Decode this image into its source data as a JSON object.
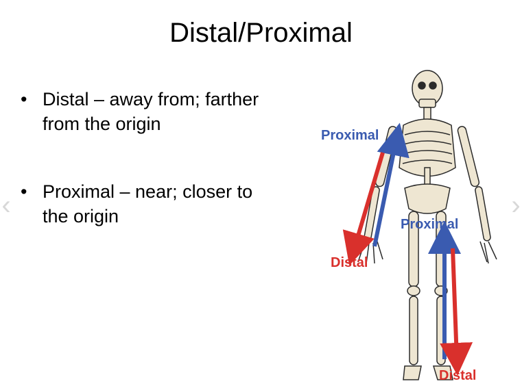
{
  "slide": {
    "title": "Distal/Proximal",
    "bullets": [
      {
        "marker": "•",
        "text": "Distal – away from; farther from the origin"
      },
      {
        "marker": "•",
        "text": "Proximal – near; closer to the origin"
      }
    ]
  },
  "figure": {
    "labels": {
      "arm_proximal": "Proximal",
      "arm_distal": "Distal",
      "leg_proximal": "Proximal",
      "leg_distal": "Distal"
    },
    "colors": {
      "proximal": "#3a5bb0",
      "distal": "#d9302c",
      "bone": "#eee6d2",
      "bone_outline": "#2b2b2b"
    }
  },
  "nav": {
    "prev_icon": "chevron-left-icon",
    "next_icon": "chevron-right-icon"
  }
}
